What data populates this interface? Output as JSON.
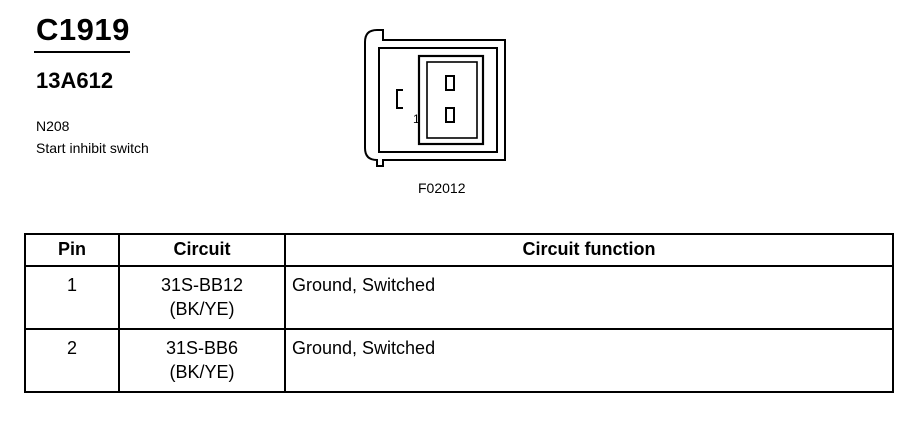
{
  "header": {
    "connector_id": "C1919",
    "part_number": "13A612",
    "component_code": "N208",
    "component_name": "Start inhibit switch"
  },
  "figure": {
    "code": "F02012",
    "pin_marker": "1"
  },
  "table": {
    "headers": [
      "Pin",
      "Circuit",
      "Circuit function"
    ],
    "rows": [
      {
        "pin": "1",
        "circuit": "31S-BB12",
        "color": "(BK/YE)",
        "function": "Ground, Switched"
      },
      {
        "pin": "2",
        "circuit": "31S-BB6",
        "color": "(BK/YE)",
        "function": "Ground, Switched"
      }
    ]
  }
}
